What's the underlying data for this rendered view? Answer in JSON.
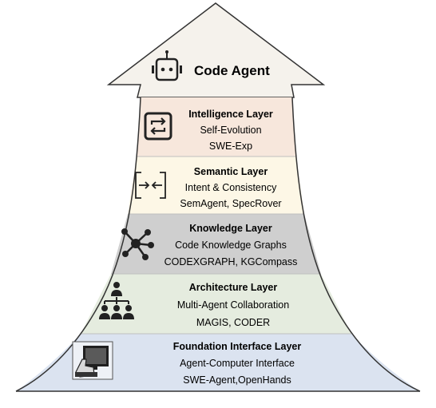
{
  "apex": {
    "title": "Code Agent",
    "icon": "robot-icon",
    "fill": "#f5f2ec"
  },
  "layers": [
    {
      "id": "intelligence",
      "name": "Intelligence Layer",
      "line1": "Self-Evolution",
      "line2": "SWE-Exp",
      "icon": "repeat-icon",
      "fill": "#f7e7dc"
    },
    {
      "id": "semantic",
      "name": "Semantic Layer",
      "line1": "Intent & Consistency",
      "line2": "SemAgent, SpecRover",
      "icon": "merge-arrows-icon",
      "fill": "#fdf7e6"
    },
    {
      "id": "knowledge",
      "name": "Knowledge Layer",
      "line1": "Code Knowledge Graphs",
      "line2": "CODEXGRAPH, KGCompass",
      "icon": "network-graph-icon",
      "fill": "#cfcfcf"
    },
    {
      "id": "architecture",
      "name": "Architecture Layer",
      "line1": "Multi-Agent Collaboration",
      "line2": "MAGIS, CODER",
      "icon": "org-chart-icon",
      "fill": "#e5ecdf"
    },
    {
      "id": "foundation",
      "name": "Foundation Interface Layer",
      "line1": "Agent-Computer Interface",
      "line2": "SWE-Agent,OpenHands",
      "icon": "computer-hand-icon",
      "fill": "#dbe3f0"
    }
  ]
}
